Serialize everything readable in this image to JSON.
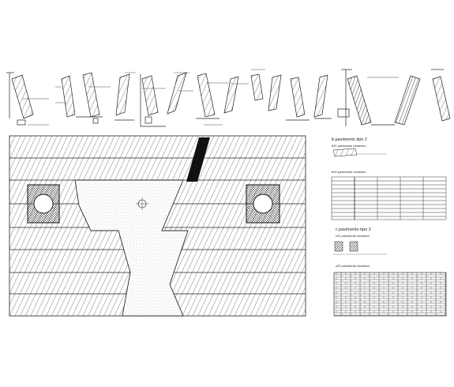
{
  "sheet": {
    "right_panel": {
      "section_a": {
        "title": "b.pavimento tipo 2",
        "sub1": "b01 pavimento ceramico",
        "sub2": "b02 pavimento ceramico"
      },
      "section_b": {
        "title": "c.pavimento tipo 3",
        "sub1": "c01 pavimento ceramico",
        "sub2": "c02 pavimento ceramico"
      }
    }
  }
}
